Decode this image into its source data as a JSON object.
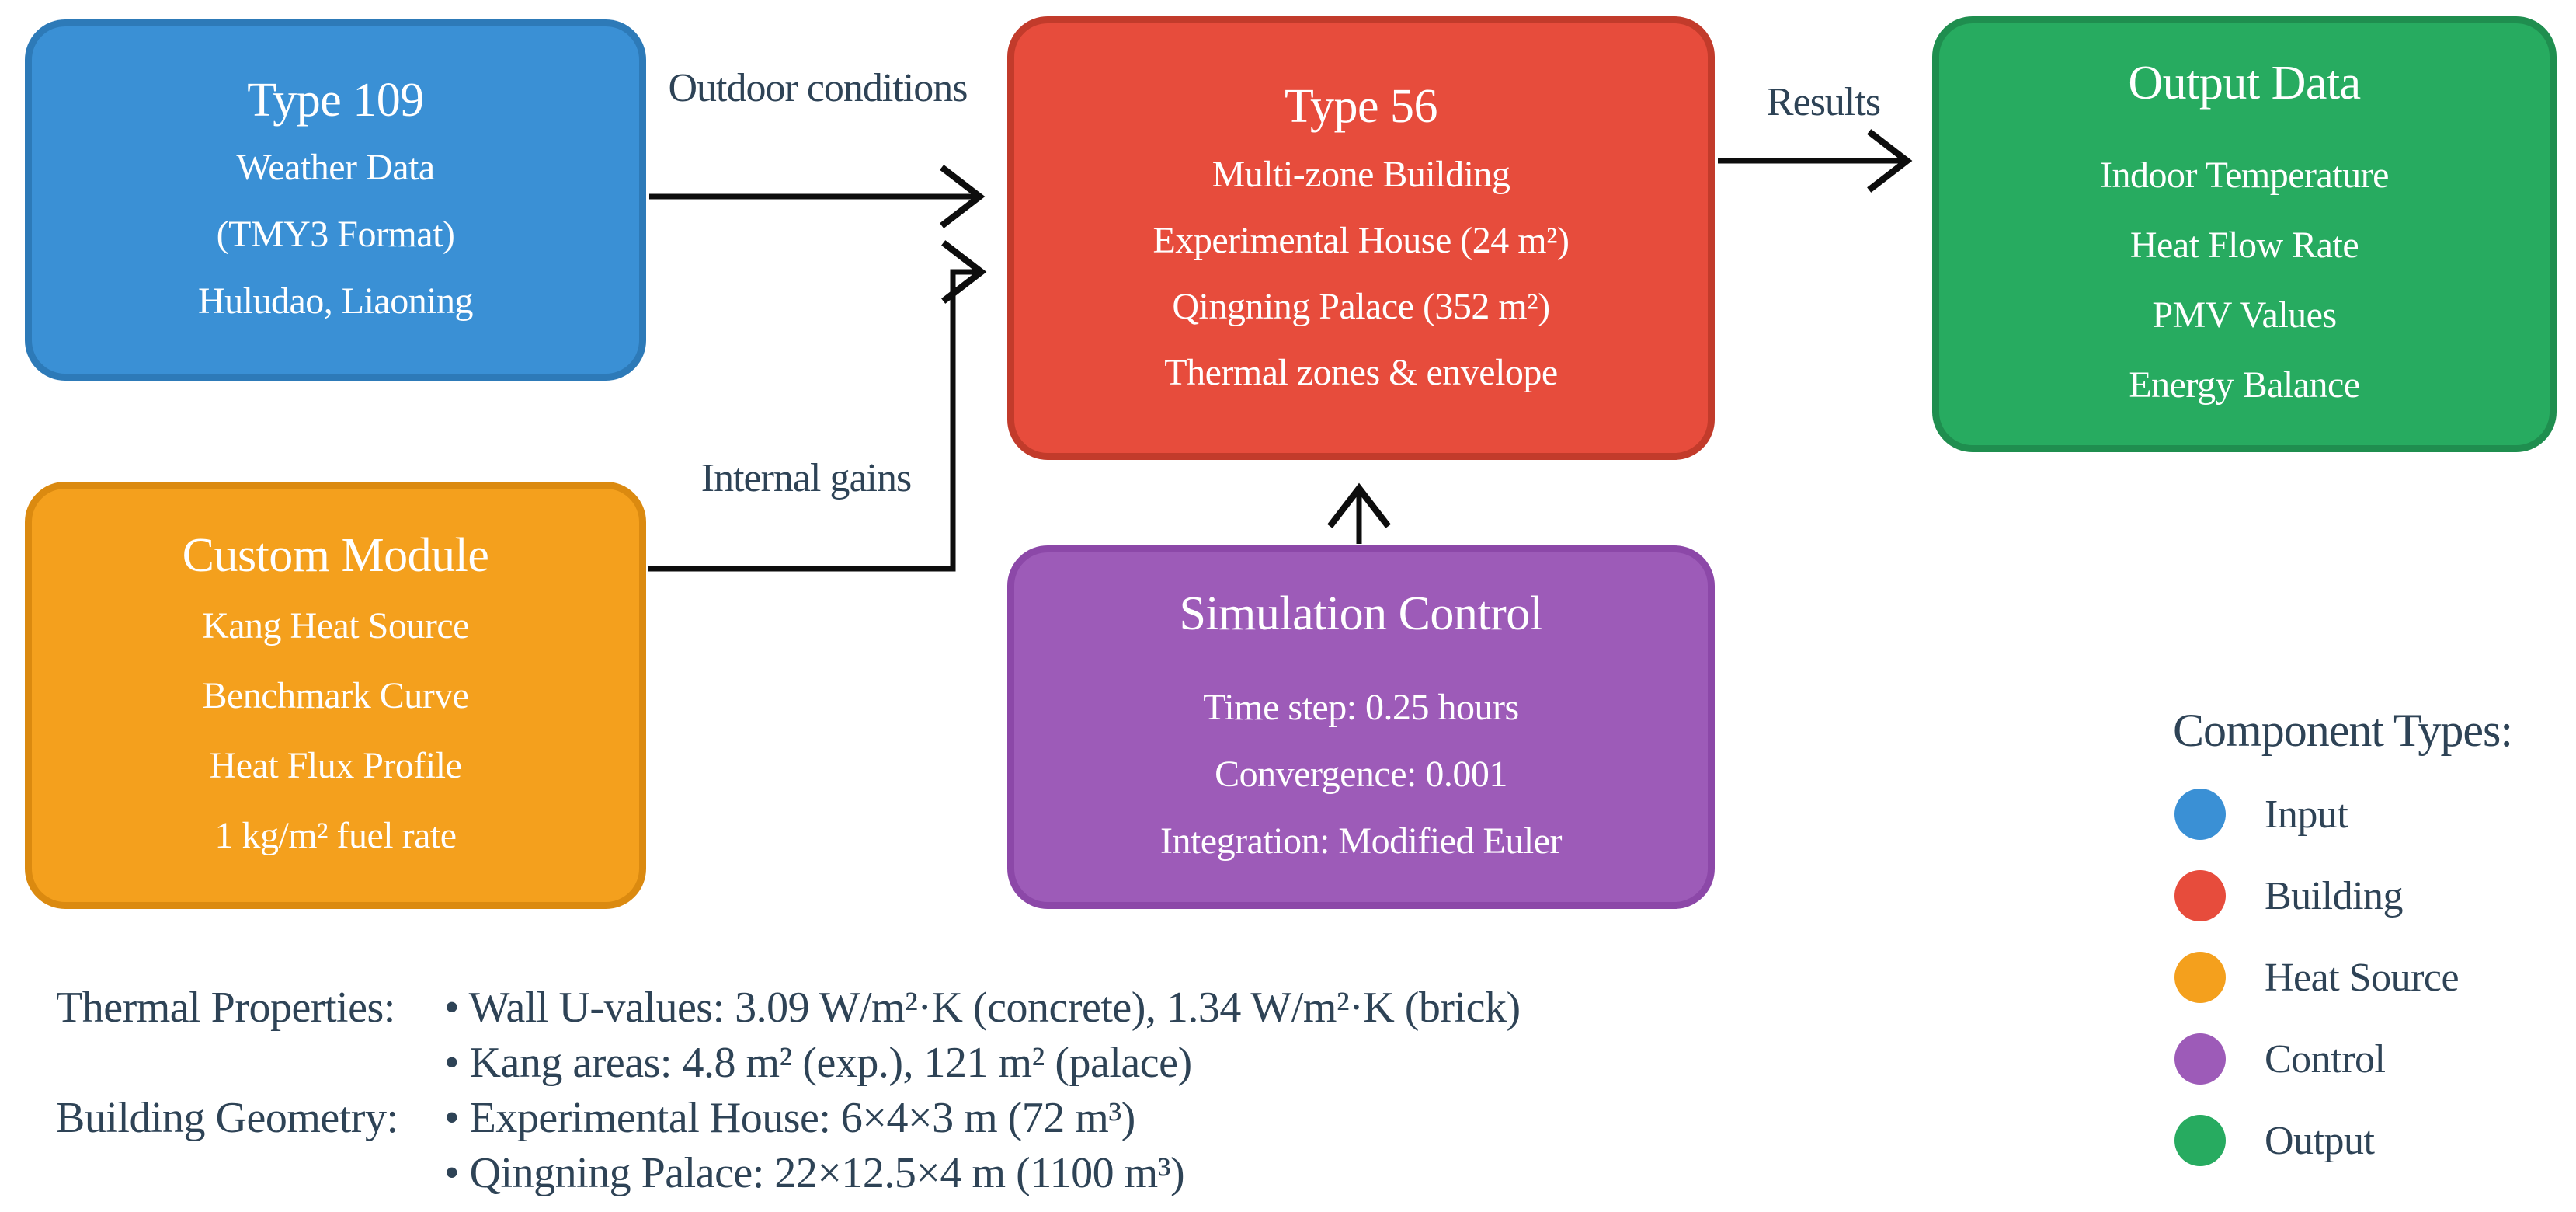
{
  "palette": {
    "input_blue": "#3a90d5",
    "input_blue_border": "#2d7ab8",
    "building_red": "#e74c3c",
    "building_red_border": "#c23b2b",
    "heat_source_orange": "#f4a01d",
    "heat_source_orange_border": "#db8a10",
    "control_purple": "#9d5bb8",
    "control_purple_border": "#8c48a8",
    "output_green": "#27ab60",
    "output_green_border": "#1f8e4f",
    "label_text": "#2e4356",
    "arrow_color": "#0d0d0d"
  },
  "boxes": {
    "weather": {
      "title": "Type 109",
      "lines": [
        "Weather Data",
        "(TMY3 Format)",
        "Huludao, Liaoning"
      ]
    },
    "kang": {
      "title": "Custom Module",
      "lines": [
        "Kang Heat Source",
        "Benchmark Curve",
        "Heat Flux Profile",
        "1 kg/m² fuel rate"
      ]
    },
    "building": {
      "title": "Type 56",
      "lines": [
        "Multi-zone Building",
        "Experimental House (24 m²)",
        "Qingning Palace (352 m²)",
        "Thermal zones & envelope"
      ]
    },
    "control": {
      "title": "Simulation Control",
      "lines": [
        "Time step: 0.25 hours",
        "Convergence: 0.001",
        "Integration: Modified Euler"
      ]
    },
    "output": {
      "title": "Output Data",
      "lines": [
        "Indoor Temperature",
        "Heat Flow Rate",
        "PMV Values",
        "Energy Balance"
      ]
    }
  },
  "arrows": {
    "outdoor_label": "Outdoor conditions",
    "internal_label": "Internal gains",
    "results_label": "Results"
  },
  "legend": {
    "title": "Component Types:",
    "items": [
      {
        "label": "Input",
        "color": "#3a90d5"
      },
      {
        "label": "Building",
        "color": "#e74c3c"
      },
      {
        "label": "Heat Source",
        "color": "#f4a01d"
      },
      {
        "label": "Control",
        "color": "#9d5bb8"
      },
      {
        "label": "Output",
        "color": "#27ab60"
      }
    ]
  },
  "notes": {
    "groups": [
      {
        "label": "Thermal Properties:",
        "bullets": [
          "• Wall U-values: 3.09 W/m²·K (concrete), 1.34 W/m²·K (brick)",
          "• Kang areas: 4.8 m² (exp.), 121 m² (palace)"
        ]
      },
      {
        "label": "Building Geometry:",
        "bullets": [
          "• Experimental House: 6×4×3 m (72 m³)",
          "• Qingning Palace: 22×12.5×4 m (1100 m³)"
        ]
      }
    ]
  }
}
